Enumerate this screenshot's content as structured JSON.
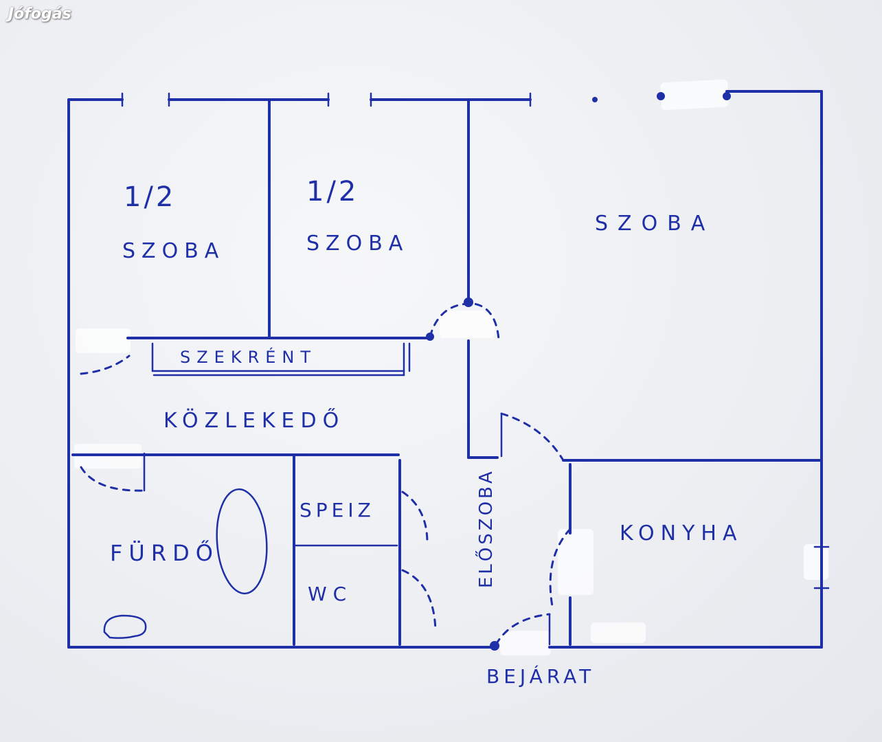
{
  "watermark": "Jófogás",
  "rooms": {
    "half_room_1_fraction": "1/2",
    "half_room_1_name": "SZOBA",
    "half_room_2_fraction": "1/2",
    "half_room_2_name": "SZOBA",
    "main_room": "SZOBA",
    "wardrobe": "SZEKRÉNT",
    "corridor": "KÖZLEKEDŐ",
    "pantry": "SPEIZ",
    "wc": "WC",
    "bathroom": "FÜRDŐ",
    "hallway": "ELŐSZOBA",
    "kitchen": "KONYHA",
    "entrance": "BEJÁRAT"
  },
  "colors": {
    "ink": "#1f2fa8",
    "paper": "#eef0f3"
  }
}
